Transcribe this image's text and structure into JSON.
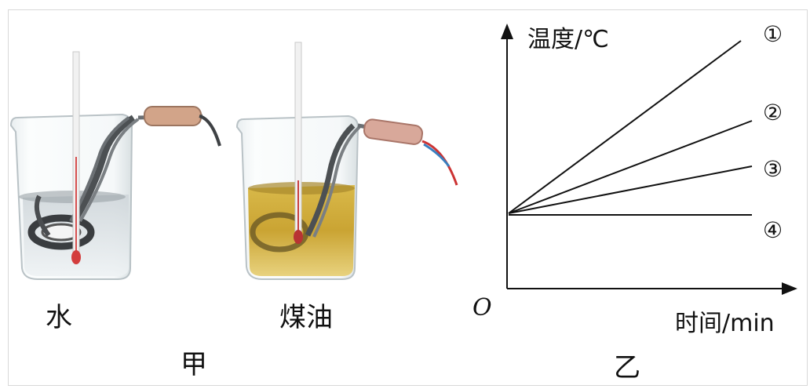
{
  "figure_jia": {
    "beaker_left_label": "水",
    "beaker_right_label": "煤油",
    "caption": "甲"
  },
  "figure_yi": {
    "caption": "乙",
    "y_axis_label": "温度/℃",
    "x_axis_label": "时间/min",
    "origin_label": "O",
    "line_labels": [
      "①",
      "②",
      "③",
      "④"
    ]
  }
}
